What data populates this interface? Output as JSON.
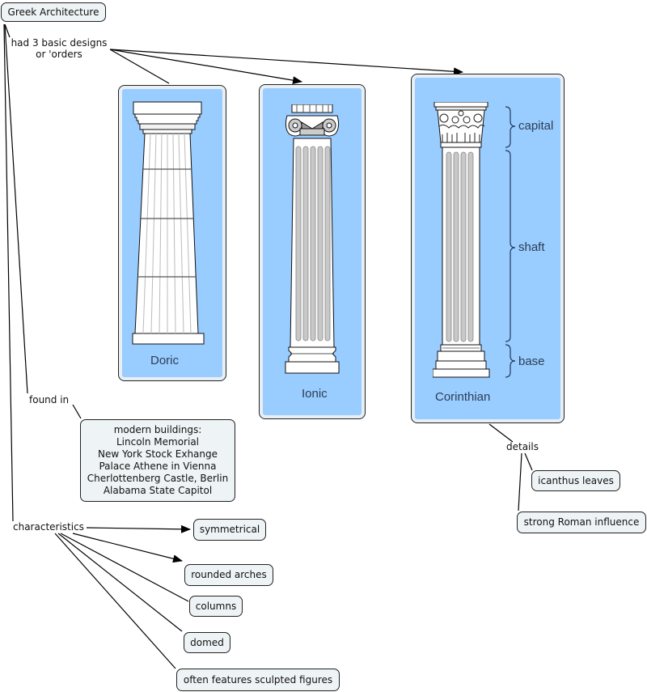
{
  "root": {
    "label": "Greek Architecture"
  },
  "linking_phrases": {
    "orders": [
      "had 3 basic designs",
      "or 'orders"
    ],
    "found_in": "found in",
    "characteristics": "characteristics",
    "details": "details"
  },
  "orders": [
    {
      "name": "Doric",
      "caption": "Doric"
    },
    {
      "name": "Ionic",
      "caption": "Ionic"
    },
    {
      "name": "Corinthian",
      "caption": "Corinthian",
      "parts": [
        "capital",
        "shaft",
        "base"
      ]
    }
  ],
  "modern_buildings": {
    "lines": [
      "modern buildings:",
      "Lincoln Memorial",
      "New York Stock Exhange",
      "Palace Athene in Vienna",
      "Cherlottenberg Castle, Berlin",
      "Alabama State Capitol"
    ]
  },
  "characteristics": [
    "symmetrical",
    "rounded arches",
    "columns",
    "domed",
    "often features sculpted figures"
  ],
  "details": [
    "icanthus leaves",
    "strong Roman influence"
  ],
  "colors": {
    "node_fill": "#eef3f5",
    "image_background": "#99ccff",
    "caption_text": "#2c3e55",
    "line": "#000000"
  }
}
